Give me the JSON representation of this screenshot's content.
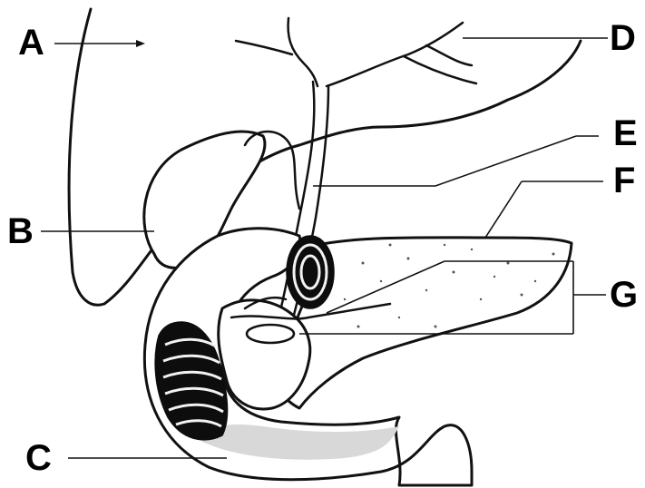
{
  "labels": {
    "A": "A",
    "B": "B",
    "C": "C",
    "D": "D",
    "E": "E",
    "F": "F",
    "G": "G"
  },
  "colors": {
    "ink": "#111111",
    "background": "#ffffff",
    "shading": "#d8d8d8"
  }
}
